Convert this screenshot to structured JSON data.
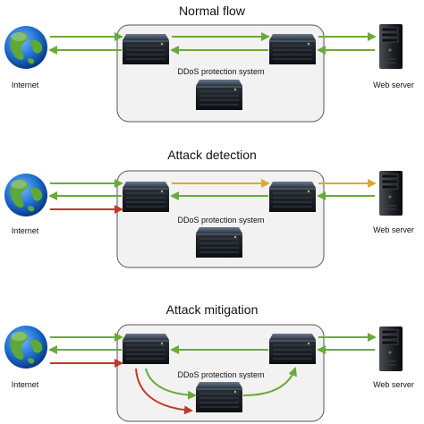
{
  "colors": {
    "normal": "#6aaa3a",
    "detected": "#e0a830",
    "attack": "#c0392b",
    "panel_fill": "#f2f2f2",
    "panel_stroke": "#555555"
  },
  "icons": {
    "internet": "globe-icon",
    "router": "server-appliance-icon",
    "web_server": "tower-server-icon"
  },
  "sections": [
    {
      "title": "Normal flow",
      "internet_label": "Internet",
      "server_label": "Web server",
      "system_label": "DDoS protection system"
    },
    {
      "title": "Attack detection",
      "internet_label": "Internet",
      "server_label": "Web server",
      "system_label": "DDoS protection system"
    },
    {
      "title": "Attack mitigation",
      "internet_label": "Internet",
      "server_label": "Web server",
      "system_label": "DDoS protection system"
    }
  ]
}
